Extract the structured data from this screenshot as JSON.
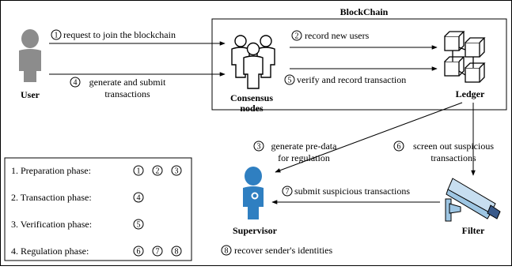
{
  "title": "BlockChain",
  "nodes": {
    "user": "User",
    "consensus": [
      "Consensus",
      "nodes"
    ],
    "ledger": "Ledger",
    "supervisor": "Supervisor",
    "filter": "Filter"
  },
  "steps": [
    {
      "num": "1",
      "lines": [
        "request to join the blockchain"
      ]
    },
    {
      "num": "2",
      "lines": [
        "record new users"
      ]
    },
    {
      "num": "3",
      "lines": [
        "generate pre-data",
        "for regulation"
      ]
    },
    {
      "num": "4",
      "lines": [
        "generate and submit",
        "transactions"
      ]
    },
    {
      "num": "5",
      "lines": [
        "verify and record transaction"
      ]
    },
    {
      "num": "6",
      "lines": [
        "screen out suspicious",
        "transactions"
      ]
    },
    {
      "num": "7",
      "lines": [
        "submit suspicious transactions"
      ]
    },
    {
      "num": "8",
      "lines": [
        "recover sender's identities"
      ]
    }
  ],
  "legend": [
    {
      "label": "1. Preparation phase:",
      "nums": [
        "1",
        "2",
        "3"
      ]
    },
    {
      "label": "2. Transaction phase:",
      "nums": [
        "4"
      ]
    },
    {
      "label": "3. Verification phase:",
      "nums": [
        "5"
      ]
    },
    {
      "label": "4. Regulation phase:",
      "nums": [
        "6",
        "7",
        "8"
      ]
    }
  ]
}
